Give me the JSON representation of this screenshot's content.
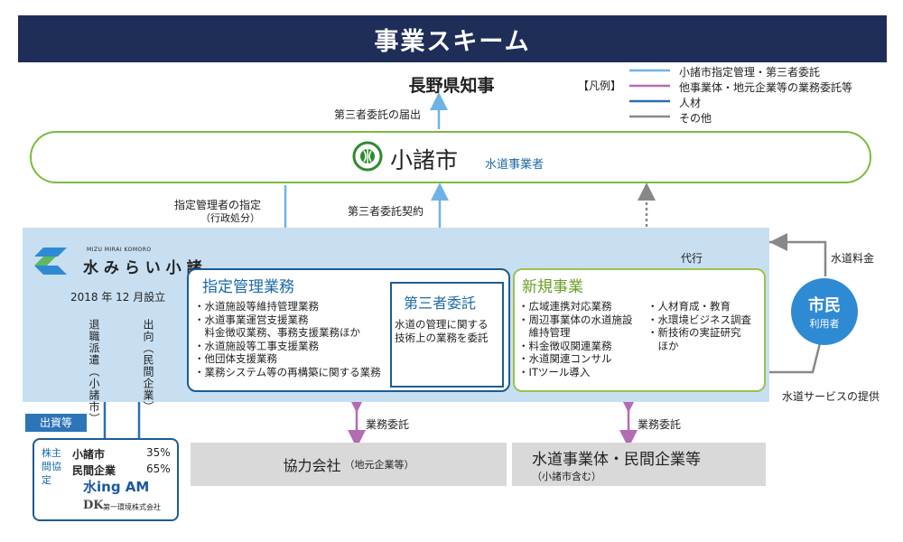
{
  "header": {
    "title": "事業スキーム"
  },
  "governor": {
    "name": "長野県知事",
    "notice": "第三者委託の届出"
  },
  "legend": {
    "label": "【凡例】",
    "items": [
      {
        "label": "小諸市指定管理・第三者委託",
        "color": "#6fb3e6"
      },
      {
        "label": "他事業体・地元企業等の業務委託等",
        "color": "#b36cb3"
      },
      {
        "label": "人材",
        "color": "#2c6fb0"
      },
      {
        "label": "その他",
        "color": "#888888"
      }
    ]
  },
  "city": {
    "name": "小諸市",
    "role": "水道事業者"
  },
  "flows": {
    "designation": "指定管理者の指定",
    "designation_note": "（行政処分）",
    "third_party_contract": "第三者委託契約",
    "proxy": "代行",
    "water_fee": "水道料金",
    "service": "水道サービスの提供",
    "outsourcing_1": "業務委託",
    "outsourcing_2": "業務委託"
  },
  "company": {
    "logo_small": "MIZU MIRAI KOMORO",
    "logo_name": "水 み ら い 小 諸",
    "established": "2018 年 12 月設立",
    "retirement": "退職派遣（小諸市）",
    "secondment": "出向（民間企業）"
  },
  "designated": {
    "title": "指定管理業務",
    "items": [
      "・水道施設等維持管理業務",
      "・水道事業運営支援業務",
      "　料金徴収業務、事務支援業務ほか",
      "・水道施設等工事支援業務",
      "・他団体支援業務",
      "・業務システム等の再構築に関する業務"
    ]
  },
  "third_party": {
    "title": "第三者委託",
    "desc": [
      "水道の管理に関する",
      "技術上の業務を委託"
    ]
  },
  "new_business": {
    "title": "新規事業",
    "col1": [
      "・広域連携対応業務",
      "・周辺事業体の水道施設",
      "　維持管理",
      "・料金徴収関連業務",
      "・水道関連コンサル",
      "・ITツール導入"
    ],
    "col2": [
      "・人材育成・教育",
      "・水環境ビジネス調査",
      "・新技術の実証研究",
      "　ほか"
    ]
  },
  "citizen": {
    "title": "市民",
    "sub": "利用者"
  },
  "partner": {
    "name": "協力会社",
    "note": "（地元企業等）"
  },
  "utilities": {
    "name": "水道事業体・民間企業等",
    "note": "（小諸市含む）"
  },
  "investment": {
    "label": "出資等"
  },
  "shareholders": {
    "label": "株主間協定",
    "rows": [
      {
        "name": "小諸市",
        "pct": "35%"
      },
      {
        "name": "民間企業",
        "pct": "65%"
      }
    ],
    "logo1": "水ing AM",
    "logo2_mark": "DK",
    "logo2": "第一環境株式会社"
  }
}
